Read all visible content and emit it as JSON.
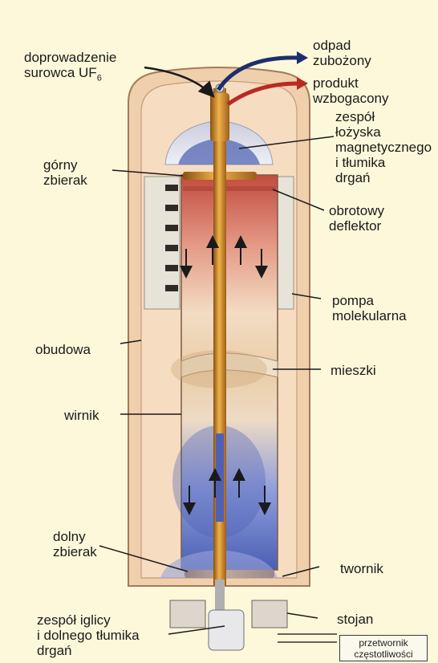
{
  "labels": {
    "feed": "doprowadzenie\nsurowca UF",
    "feed_sub": "6",
    "waste": "odpad\nzubożony",
    "product": "produkt\nwzbogacony",
    "bearing": "zespół\nłożyska\nmagnetycznego\ni tłumika\ndrgań",
    "top_scoop": "górny\nzbierak",
    "deflector": "obrotowy\ndeflektor",
    "molecular_pump": "pompa\nmolekularna",
    "casing": "obudowa",
    "bellows": "mieszki",
    "rotor": "wirnik",
    "bottom_scoop": "dolny\nzbierak",
    "armature": "twornik",
    "needle_damper": "zespół iglicy\ni dolnego tłumika\ndrgań",
    "stator": "stojan",
    "frequency_converter": "przetwornik\nczęstotliwości"
  },
  "colors": {
    "background": "#fdf8da",
    "casing": "#f0cfad",
    "rotor_hot": "#d97c6c",
    "rotor_cold": "#5a6fc0",
    "shaft": "#d4902c",
    "waste_arrow": "#1d2e6e",
    "product_arrow": "#b82a23"
  }
}
